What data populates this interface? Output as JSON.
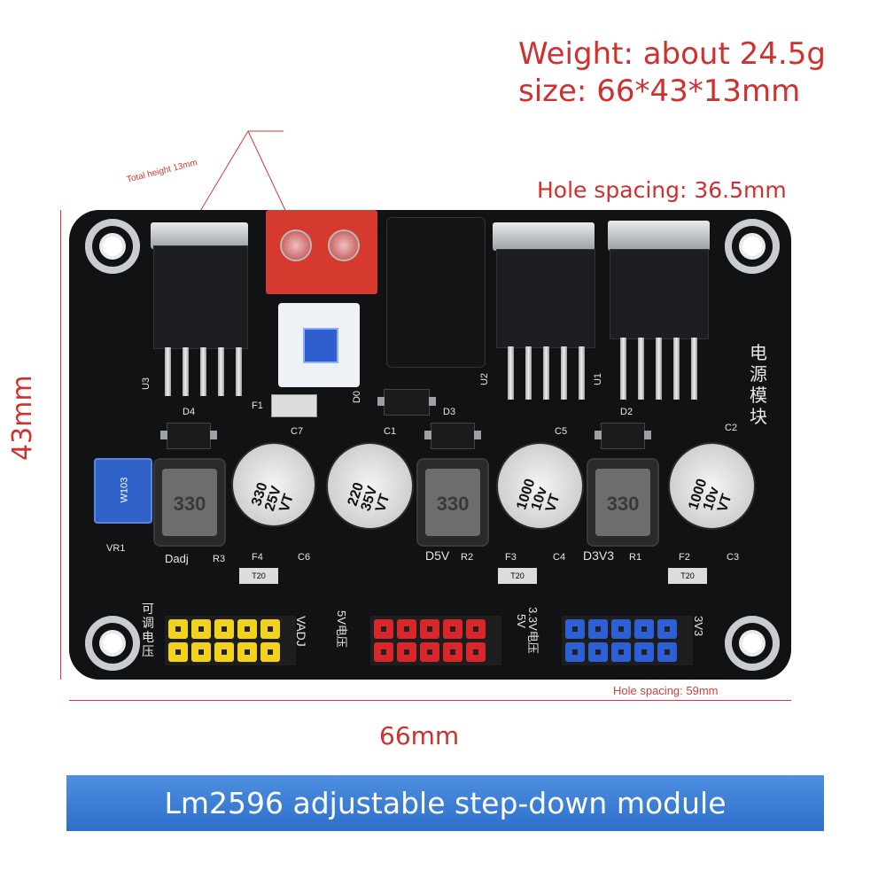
{
  "specs": {
    "weight": "Weight: about 24.5g",
    "size": "size: 66*43*13mm",
    "hole_spacing_top": "Hole spacing: 36.5mm",
    "total_height": "Total height 13mm",
    "height_dim": "43mm",
    "width_dim": "66mm",
    "hole_spacing_bottom": "Hole spacing: 59mm"
  },
  "banner": {
    "title": "Lm2596 adjustable step-down module"
  },
  "board": {
    "vertical_label": "电源模块",
    "left_label": "可调电压",
    "mid_label": "5V电压",
    "right_label": "3.3V电压",
    "vadj": "VADJ",
    "out_5v": "5V",
    "out_3v3": "3V3",
    "designators": {
      "d_adj": "Dadj",
      "d5v": "D5V",
      "d3v3": "D3V3",
      "r3": "R3",
      "r2": "R2",
      "r1": "R1",
      "f4": "F4",
      "f3": "F3",
      "f2": "F2",
      "f1": "F1",
      "c6": "C6",
      "c4": "C4",
      "c3": "C3",
      "c7": "C7",
      "c1": "C1",
      "c5": "C5",
      "c2": "C2",
      "d4": "D4",
      "d3": "D3",
      "d2": "D2",
      "d0": "D0",
      "u1": "U1",
      "u2": "U2",
      "u3": "U3",
      "vr1": "VR1"
    },
    "fuse_code": "T20",
    "inductor_code": "330",
    "trimmer_code": "W103",
    "caps": [
      {
        "id": "c7",
        "line1": "330",
        "line2": "25V",
        "line3": "VT"
      },
      {
        "id": "c1",
        "line1": "220",
        "line2": "35V",
        "line3": "VT"
      },
      {
        "id": "c5",
        "line1": "1000",
        "line2": "10v",
        "line3": "VT"
      },
      {
        "id": "c2",
        "line1": "1000",
        "line2": "10v",
        "line3": "VT"
      }
    ],
    "header_colors": {
      "yellow": "#f2d21c",
      "red": "#d8262b",
      "blue": "#2d5fd6"
    }
  }
}
